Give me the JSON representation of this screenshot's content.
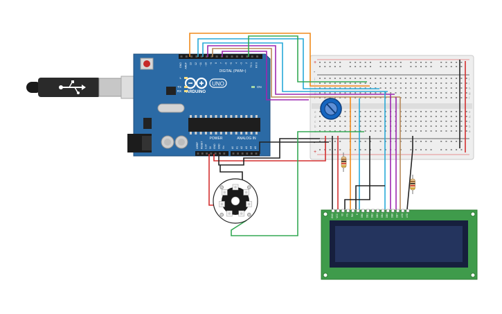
{
  "arduino": {
    "brand": "ARDUINO",
    "model": "UNO",
    "digital_header": "DIGITAL (PWM~)",
    "power_header": "POWER",
    "analog_header": "ANALOG IN",
    "led_l": "L",
    "led_tx": "TX",
    "led_rx": "RX",
    "led_on": "ON",
    "power_pins": [
      "IOREF",
      "RESET",
      "3.3V",
      "5V",
      "GND",
      "GND",
      "Vin"
    ],
    "analog_pins": [
      "A0",
      "A1",
      "A2",
      "A3",
      "A4",
      "A5"
    ],
    "digital_pins": [
      "GND",
      "AREF",
      "13",
      "12",
      "~11",
      "~10",
      "~9",
      "8",
      "7",
      "~6",
      "~5",
      "4",
      "~3",
      "2",
      "TX 1",
      "RX 0"
    ]
  },
  "breadboard": {
    "rows_top": [
      "j",
      "i",
      "h",
      "g",
      "f"
    ],
    "rows_bottom": [
      "e",
      "d",
      "c",
      "b",
      "a"
    ],
    "rail_plus": "+",
    "rail_minus": "-"
  },
  "lcd": {
    "pins": [
      "GND",
      "VCC",
      "V0",
      "RS",
      "RW",
      "E",
      "DB0",
      "DB1",
      "DB2",
      "DB3",
      "DB4",
      "DB5",
      "DB6",
      "DB7",
      "LED",
      "LED"
    ]
  },
  "colors": {
    "board": "#2b6aa5",
    "breadboard": "#eeeeee",
    "lcd_pcb": "#3f9b4b",
    "lcd_screen": "#1f2d54",
    "wire_orange": "#f08a1c",
    "wire_blue": "#27a8d8",
    "wire_purple": "#9c27b0",
    "wire_green": "#34a853",
    "wire_red": "#d32f2f",
    "wire_black": "#222222",
    "wire_tan": "#b88a5a"
  }
}
